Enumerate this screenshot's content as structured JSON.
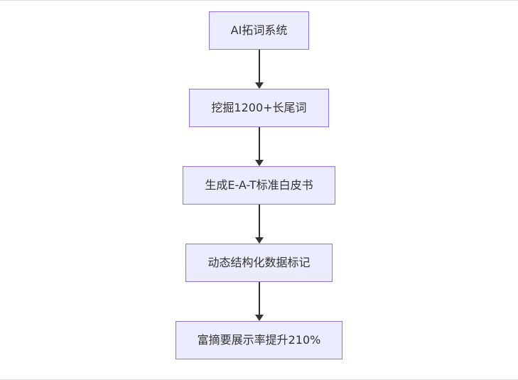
{
  "flowchart": {
    "type": "vertical-flow",
    "nodes": [
      {
        "label": "AI拓词系统"
      },
      {
        "label": "挖掘1200+长尾词"
      },
      {
        "label": "生成E-A-T标准白皮书"
      },
      {
        "label": "动态结构化数据标记"
      },
      {
        "label": "富摘要展示率提升210%"
      }
    ],
    "connectors": [
      {
        "from": 0,
        "to": 1,
        "style": "arrow-down"
      },
      {
        "from": 1,
        "to": 2,
        "style": "arrow-down"
      },
      {
        "from": 2,
        "to": 3,
        "style": "arrow-down"
      },
      {
        "from": 3,
        "to": 4,
        "style": "arrow-down"
      }
    ],
    "colors": {
      "node_fill": "#ECECFF",
      "node_border": "#9370DB",
      "node_text": "#333333",
      "arrow": "#333333",
      "background": "#FFFFFF"
    }
  }
}
